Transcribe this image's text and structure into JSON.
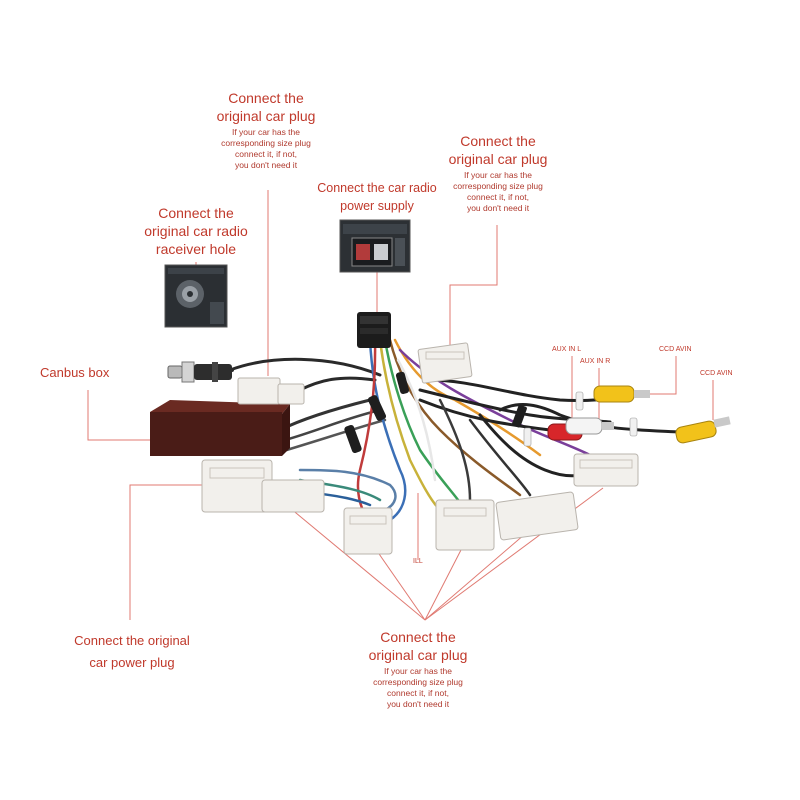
{
  "colors": {
    "accent": "#c0392b",
    "line": "#e07a72"
  },
  "labels": {
    "top_plug": {
      "line1": "Connect the",
      "line2": "original car plug",
      "note1": "If your car has the",
      "note2": "corresponding size plug",
      "note3": "connect it, if not,",
      "note4": "you don't need it"
    },
    "radio_hole": {
      "line1": "Connect the",
      "line2": "original car radio",
      "line3": "raceiver hole"
    },
    "power_supply": {
      "line1": "Connect the car radio",
      "line2": "power supply"
    },
    "right_plug": {
      "line1": "Connect the",
      "line2": "original car plug",
      "note1": "If your car has the",
      "note2": "corresponding size plug",
      "note3": "connect it, if not,",
      "note4": "you don't need it"
    },
    "canbus": {
      "text": "Canbus box"
    },
    "aux_l": {
      "text": "AUX IN L"
    },
    "aux_r": {
      "text": "AUX IN R"
    },
    "ccd1": {
      "text": "CCD AVIN"
    },
    "ccd2": {
      "text": "CCD AVIN"
    },
    "ill": {
      "text": "ILL"
    },
    "power_plug": {
      "line1": "Connect the original",
      "line2": "car power plug"
    },
    "bottom_plug": {
      "line1": "Connect the",
      "line2": "original car plug",
      "note1": "If your car has the",
      "note2": "corresponding size plug",
      "note3": "connect it, if not,",
      "note4": "you don't need it"
    }
  }
}
